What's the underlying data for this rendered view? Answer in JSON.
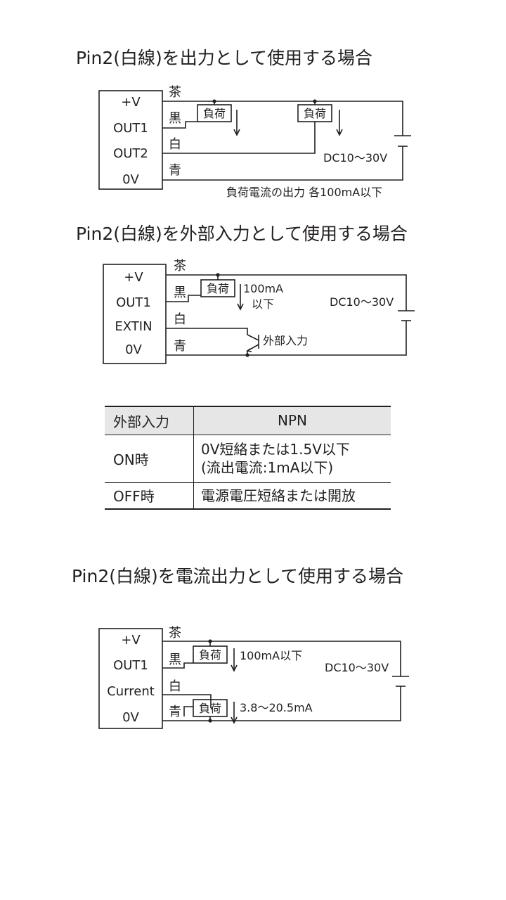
{
  "section1": {
    "title": "Pin2(白線)を出力として使用する場合",
    "pins": [
      "+V",
      "OUT1",
      "OUT2",
      "0V"
    ],
    "wires": [
      "茶",
      "黒",
      "白",
      "青"
    ],
    "load_label": "負荷",
    "supply": "DC10～30V",
    "note": "負荷電流の出力 各100mA以下"
  },
  "section2": {
    "title": "Pin2(白線)を外部入力として使用する場合",
    "pins": [
      "+V",
      "OUT1",
      "EXTIN",
      "0V"
    ],
    "wires": [
      "茶",
      "黒",
      "白",
      "青"
    ],
    "load_label": "負荷",
    "current_line1": "100mA",
    "current_line2": "以下",
    "supply": "DC10～30V",
    "switch_label": "外部入力"
  },
  "table": {
    "headers": [
      "外部入力",
      "NPN"
    ],
    "rows": [
      {
        "label": "ON時",
        "line1": "0V短絡または1.5V以下",
        "line2": "(流出電流:1mA以下)"
      },
      {
        "label": "OFF時",
        "line1": "電源電圧短絡または開放",
        "line2": ""
      }
    ]
  },
  "section3": {
    "title": "Pin2(白線)を電流出力として使用する場合",
    "pins": [
      "+V",
      "OUT1",
      "Current",
      "0V"
    ],
    "wires": [
      "茶",
      "黒",
      "白",
      "青"
    ],
    "load_label": "負荷",
    "current1": "100mA以下",
    "current2": "3.8～20.5mA",
    "supply": "DC10～30V"
  }
}
